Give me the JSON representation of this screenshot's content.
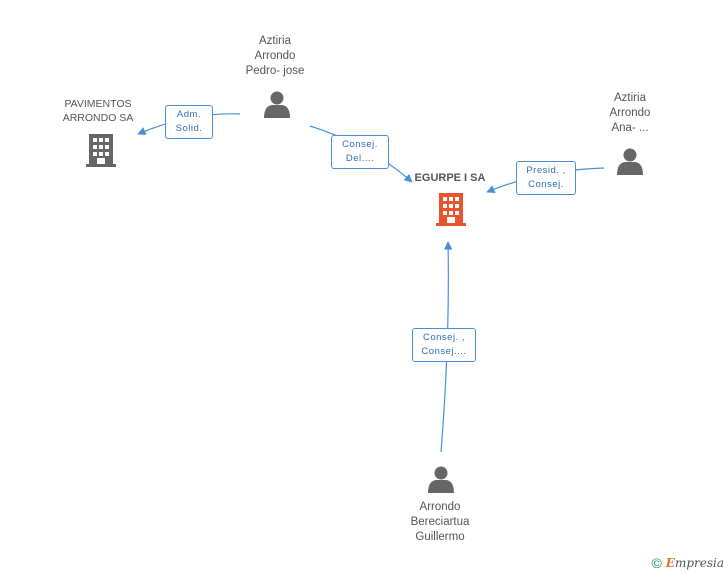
{
  "nodes": {
    "pavimentos": {
      "line1": "PAVIMENTOS",
      "line2": "ARRONDO SA"
    },
    "egurpe": {
      "label": "EGURPE I SA"
    },
    "pedro": {
      "line1": "Aztiria",
      "line2": "Arrondo",
      "line3": "Pedro- jose"
    },
    "ana": {
      "line1": "Aztiria",
      "line2": "Arrondo",
      "line3": "Ana- ..."
    },
    "guillermo": {
      "line1": "Arrondo",
      "line2": "Bereciartua",
      "line3": "Guillermo"
    }
  },
  "relations": {
    "pedro_pavimentos": {
      "line1": "Adm.",
      "line2": "Solid."
    },
    "pedro_egurpe": {
      "line1": "Consej.",
      "line2": "Del...."
    },
    "ana_egurpe": {
      "line1": "Presid. ,",
      "line2": "Consej."
    },
    "guillermo_egurpe": {
      "line1": "Consej. ,",
      "line2": "Consej...."
    }
  },
  "colors": {
    "edge": "#4a8fd6",
    "person_icon": "#666666",
    "company_icon": "#666666",
    "main_company_icon": "#e8542e"
  },
  "footer": {
    "copyright": "©",
    "brand_initial": "E",
    "brand_rest": "mpresia"
  }
}
